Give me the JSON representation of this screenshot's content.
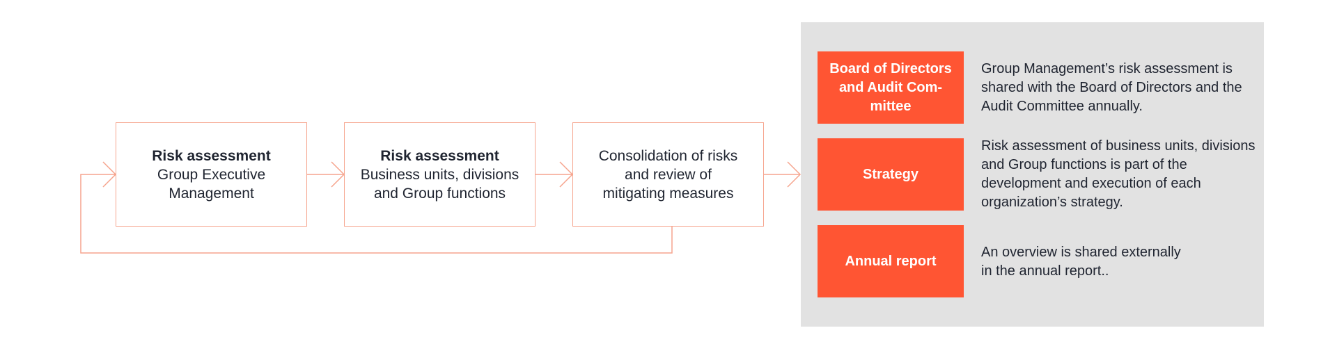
{
  "flow": {
    "steps": [
      {
        "title": "Risk assessment",
        "text": "Group Executive Management"
      },
      {
        "title": "Risk assessment",
        "text": "Business units, divisions and Group functions"
      },
      {
        "title": "",
        "text": "Consolidation of risks and review of mitigating measures"
      }
    ]
  },
  "outputs": [
    {
      "label": "Board of Directors and Audit Com-mittee",
      "description": "Group Management’s risk assessment is shared with the Board of Directors and the Audit Committee annually."
    },
    {
      "label": "Strategy",
      "description": "Risk assessment of business units, divisions and Group functions is part of the development and execution of each organization’s strategy."
    },
    {
      "label": "Annual report",
      "description": "An overview is shared externally in the annual report.."
    }
  ],
  "colors": {
    "accent": "#ff5533",
    "line": "#f6a48d",
    "panel": "#e2e2e2",
    "text": "#1f2430"
  }
}
